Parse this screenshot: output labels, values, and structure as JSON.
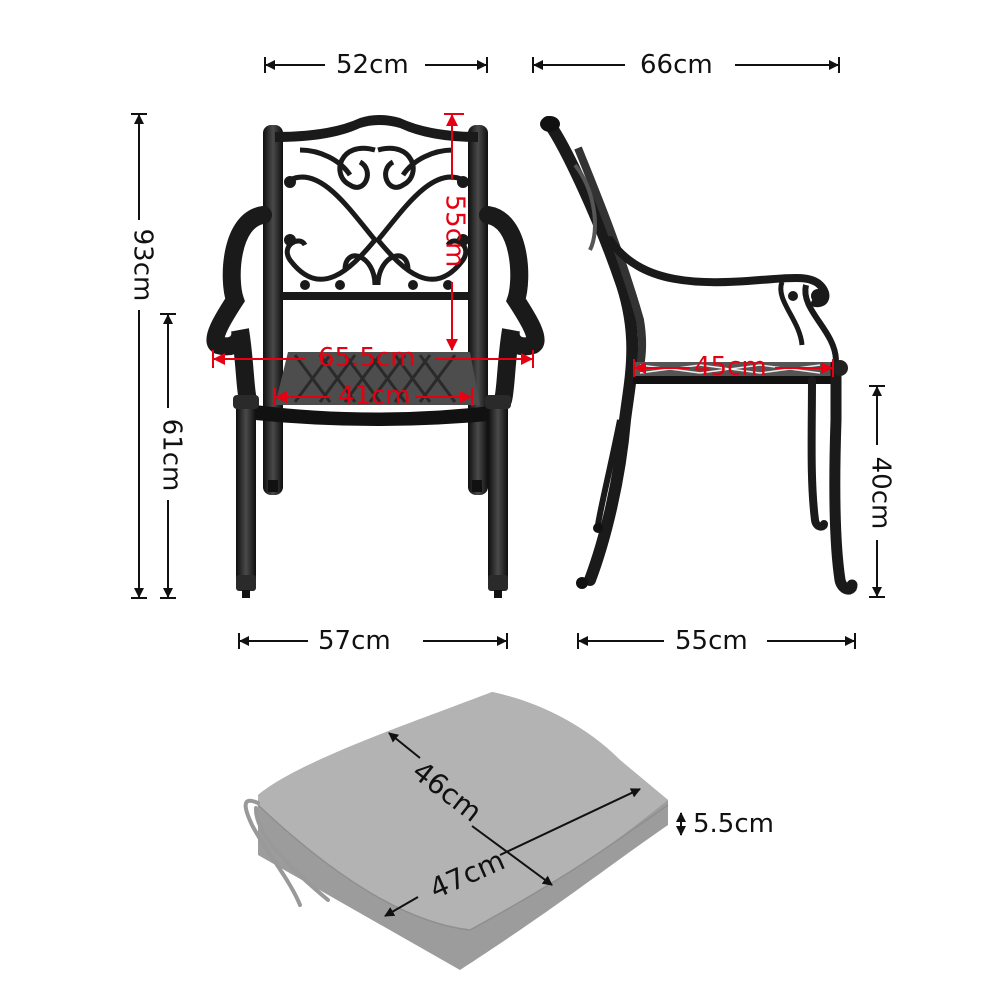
{
  "figure": {
    "type": "product-dimension-diagram",
    "subject": "cast aluminium dining armchair with seat cushion",
    "colors": {
      "frame": "#1a1a1a",
      "annotation_black": "#111111",
      "annotation_red": "#e60012",
      "cushion": "#b3b3b3",
      "cushion_edge": "#9c9c9c",
      "background": "#ffffff"
    }
  },
  "front_view": {
    "top_width": "52cm",
    "bottom_width": "57cm",
    "overall_height": "93cm",
    "arm_height": "61cm",
    "backrest_height": "55cm",
    "arm_span": "65.5cm",
    "seat_width": "41cm"
  },
  "side_view": {
    "top_depth": "66cm",
    "bottom_depth": "55cm",
    "seat_depth": "45cm",
    "seat_height": "40cm"
  },
  "cushion": {
    "depth": "46cm",
    "width": "47cm",
    "thickness": "5.5cm"
  }
}
